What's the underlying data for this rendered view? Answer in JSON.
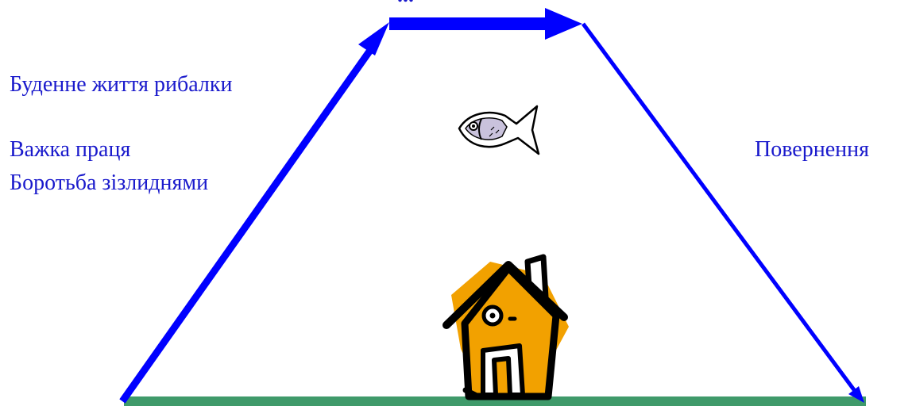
{
  "colors": {
    "arrow": "#0000ff",
    "baseline": "#3f9a6a",
    "text": "#1a1acc",
    "house_backdrop": "#f2a100",
    "house_outline": "#000000",
    "fish_body": "#c9c2dc"
  },
  "labels": {
    "everyday_life": "Буденне життя рибалки",
    "hard_work": "Важка праця",
    "struggle": "Боротьба зізлиднями",
    "return": "Повернення",
    "top_partial": "..."
  },
  "icons": {
    "fish": "fish-icon",
    "house": "house-icon"
  }
}
